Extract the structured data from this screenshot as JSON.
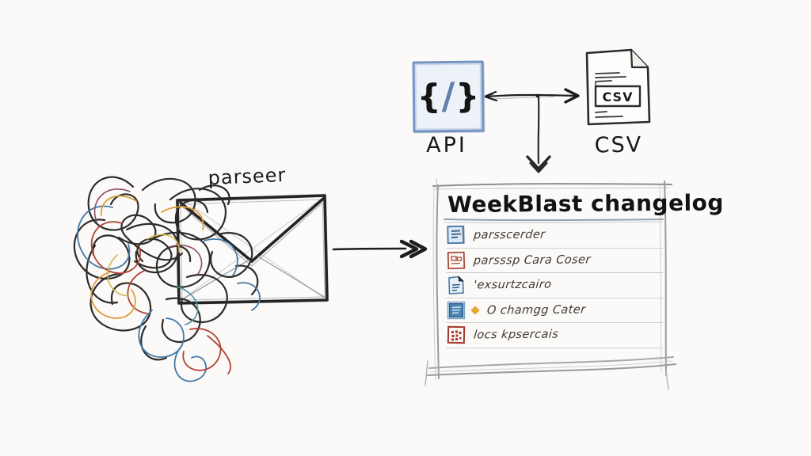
{
  "palette": {
    "background": "#fbfaf8",
    "ink": "#1e1e1e",
    "sketch_gray": "#9a9a9a",
    "blue": "#4579a6",
    "light_blue_fill": "#edf2f9",
    "red": "#b14434",
    "orange": "#dd9f3a",
    "plum": "#8c5064",
    "yellow": "#d6b84a",
    "diamond_orange": "#e9a62f"
  },
  "parser": {
    "label": "parseer"
  },
  "api": {
    "label": "API",
    "glyph_left": "{",
    "glyph_slash": "/",
    "glyph_right": "}"
  },
  "csv": {
    "label": "CSV",
    "box_text": "CSV"
  },
  "changelog": {
    "title": "WeekBlast changelog",
    "items": [
      {
        "icon": "note-icon",
        "text": "parsscerder"
      },
      {
        "icon": "image-icon",
        "text": "parsssp Cara Coser"
      },
      {
        "icon": "document-icon",
        "text": "'exsurtzcairo"
      },
      {
        "icon": "window-icon",
        "text": "O chamgg Cater",
        "bullet": "diamond"
      },
      {
        "icon": "grid-icon",
        "text": "locs kpsercais"
      }
    ]
  }
}
